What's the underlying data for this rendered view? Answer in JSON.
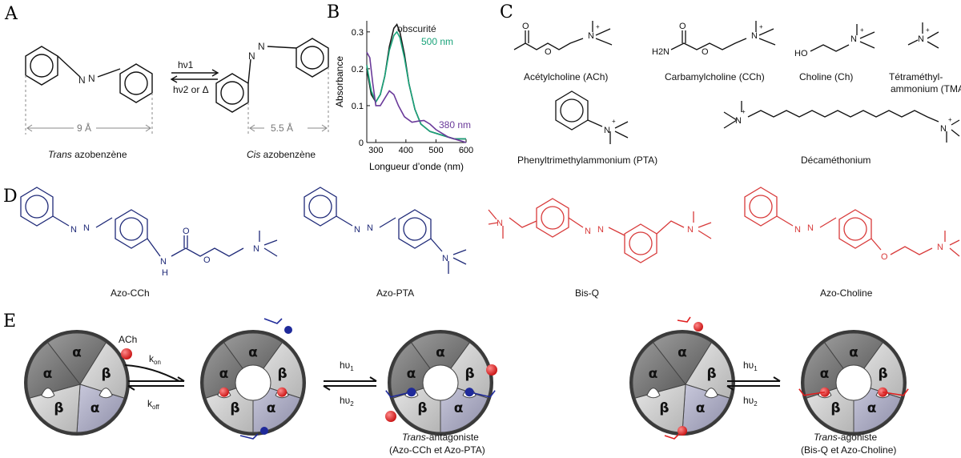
{
  "panels": {
    "a": "A",
    "b": "B",
    "c": "C",
    "d": "D",
    "e": "E"
  },
  "panelA": {
    "arrow_top": "hν1",
    "arrow_bottom": "hν2 or Δ",
    "trans_dist": "9 Å",
    "cis_dist": "5.5 Å",
    "trans_italic": "Trans",
    "trans_rest": " azobenzène",
    "cis_italic": "Cis",
    "cis_rest": " azobenzène"
  },
  "panelB": {
    "ylabel": "Absorbance",
    "xlabel": "Longueur d’onde (nm)",
    "legend_dark": "obscurité",
    "legend_500": "500 nm",
    "legend_380": "380 nm",
    "colors": {
      "dark": "#1b1b1b",
      "green": "#1aa37a",
      "purple": "#6a3a9a"
    },
    "chart_data": {
      "type": "line",
      "xlabel": "Longueur d’onde (nm)",
      "ylabel": "Absorbance",
      "xlim": [
        270,
        600
      ],
      "ylim": [
        0,
        0.33
      ],
      "xticks": [
        "300",
        "400",
        "500",
        "600"
      ],
      "yticks": [
        "0",
        "0.1",
        "0.2",
        "0.3"
      ],
      "series": [
        {
          "name": "obscurité",
          "color": "#1b1b1b",
          "x": [
            270,
            285,
            300,
            315,
            330,
            345,
            360,
            370,
            380,
            395,
            410,
            430,
            450,
            480,
            520,
            560,
            600
          ],
          "y": [
            0.2,
            0.13,
            0.11,
            0.13,
            0.18,
            0.26,
            0.31,
            0.32,
            0.3,
            0.24,
            0.16,
            0.09,
            0.05,
            0.03,
            0.02,
            0.01,
            0.01
          ]
        },
        {
          "name": "500 nm",
          "color": "#1aa37a",
          "x": [
            270,
            285,
            300,
            315,
            330,
            345,
            360,
            370,
            380,
            395,
            410,
            430,
            450,
            480,
            520,
            560,
            600
          ],
          "y": [
            0.21,
            0.14,
            0.11,
            0.13,
            0.18,
            0.25,
            0.29,
            0.3,
            0.285,
            0.23,
            0.16,
            0.09,
            0.05,
            0.03,
            0.02,
            0.01,
            0.01
          ]
        },
        {
          "name": "380 nm",
          "color": "#6a3a9a",
          "x": [
            270,
            280,
            290,
            300,
            315,
            330,
            345,
            360,
            375,
            395,
            420,
            440,
            460,
            480,
            500,
            540,
            580,
            600
          ],
          "y": [
            0.245,
            0.23,
            0.16,
            0.1,
            0.1,
            0.12,
            0.14,
            0.13,
            0.1,
            0.07,
            0.055,
            0.058,
            0.06,
            0.05,
            0.035,
            0.015,
            0.005,
            0.0
          ]
        }
      ]
    }
  },
  "panelC": {
    "ach": "Acétylcholine (ACh)",
    "cch": "Carbamylcholine (CCh)",
    "ch": "Choline (Ch)",
    "tma1": "Tétraméthyl-",
    "tma2": "ammonium (TMA)",
    "pta": "Phenyltrimethylammonium (PTA)",
    "deca": "Décaméthonium",
    "h2n": "H2N",
    "ho": "HO",
    "o": "O",
    "n": "N",
    "plus": "+"
  },
  "panelD": {
    "azo_cch": "Azo-CCh",
    "azo_pta": "Azo-PTA",
    "bisq": "Bis-Q",
    "azo_choline": "Azo-Choline",
    "h": "H",
    "n": "N",
    "o": "O",
    "colors": {
      "blue": "#1f2a78",
      "red": "#d83a3a"
    }
  },
  "panelE": {
    "ach": "ACh",
    "kon": "k",
    "kon_sub": "on",
    "koff": "k",
    "koff_sub": "off",
    "hv": "hυ",
    "sub1": "1",
    "sub2": "2",
    "alpha": "α",
    "beta": "β",
    "antag_italic": "Trans",
    "antag_rest": "-antagoniste",
    "antag_sub": "(Azo-CCh et Azo-PTA)",
    "ago_italic": "Trans",
    "ago_rest": "-agoniste",
    "ago_sub": "(Bis-Q et Azo-Choline)",
    "colors": {
      "ligand": "#e02020",
      "blue": "#1f2a9a"
    }
  }
}
